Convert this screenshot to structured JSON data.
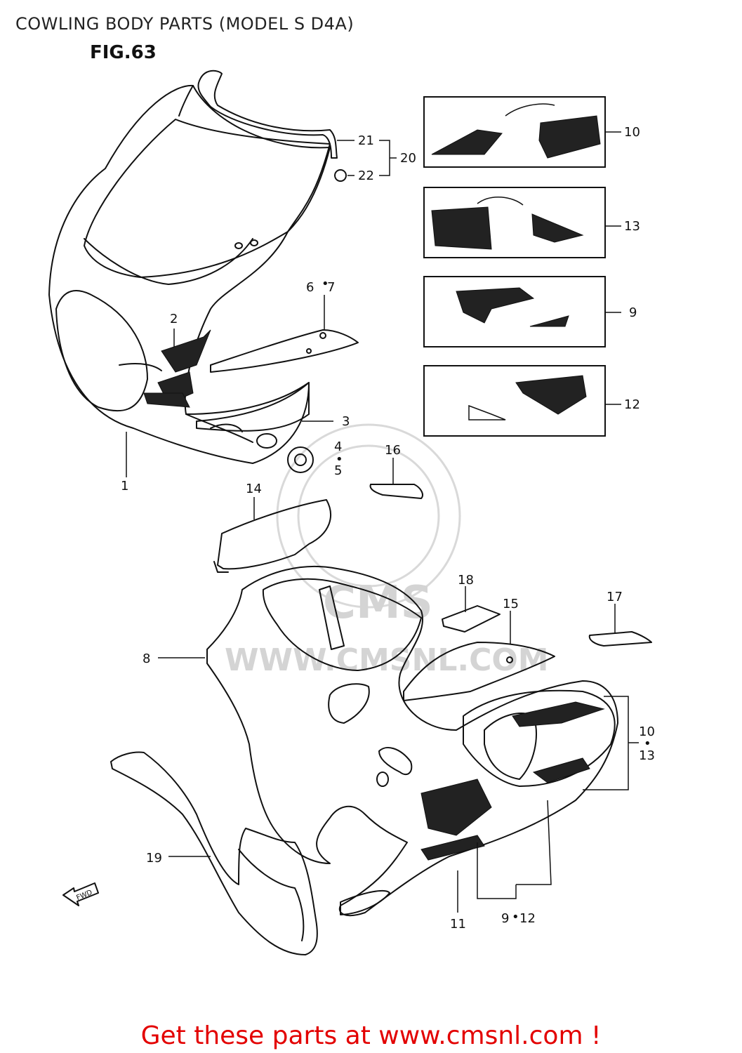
{
  "title": "COWLING BODY PARTS (MODEL S D4A)",
  "figure": "FIG.63",
  "watermark": {
    "text": "WWW.CMSNL.COM",
    "logo": "CMS"
  },
  "callouts": [
    "1",
    "2",
    "3",
    "4",
    "5",
    "6",
    "7",
    "8",
    "9",
    "10",
    "11",
    "12",
    "13",
    "14",
    "15",
    "16",
    "17",
    "18",
    "19",
    "20",
    "21",
    "22"
  ],
  "direction_marker": "FWD",
  "footer": "Get these parts at www.cmsnl.com !",
  "colors": {
    "footer": "#e30000",
    "line": "#111111",
    "watermark": "#d4d4d4"
  }
}
